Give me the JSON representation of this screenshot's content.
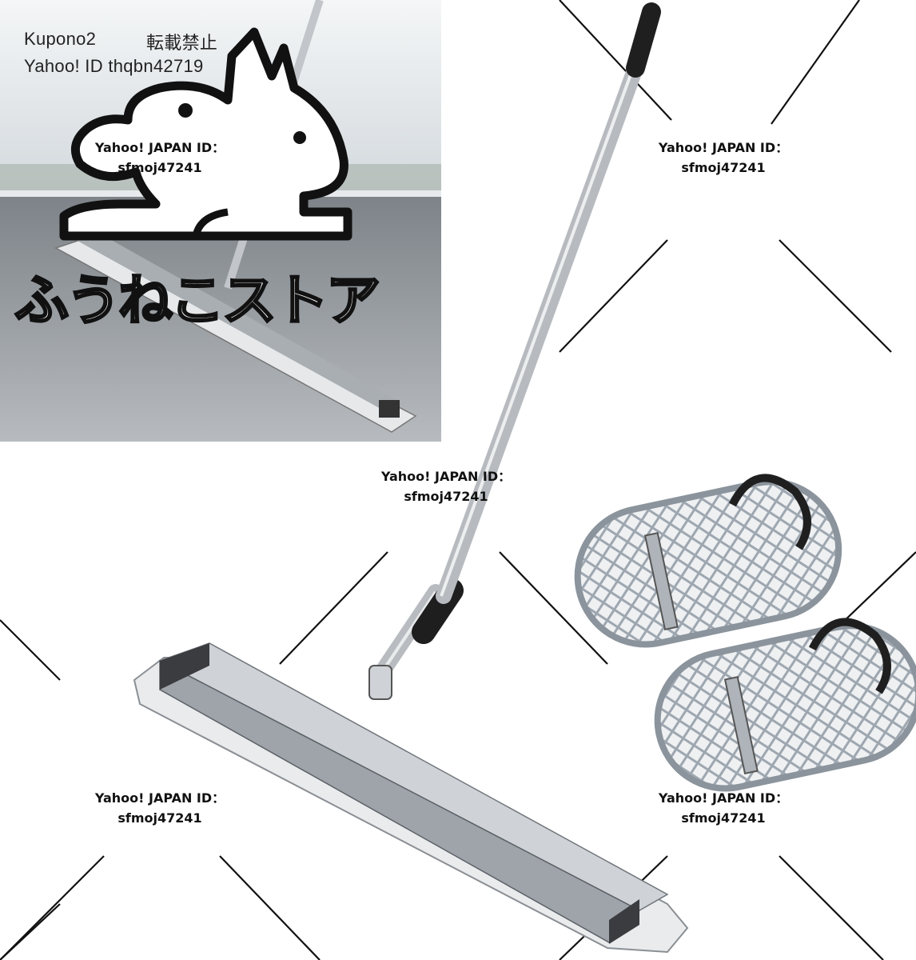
{
  "header": {
    "line1_left": "Kupono2",
    "line1_right": "転載禁止",
    "line2": "Yahoo! ID thqbn42719"
  },
  "watermark": {
    "label": "Yahoo! JAPAN ID：",
    "id": "sfmoj47241"
  },
  "store_logo": {
    "name": "ふうねこストア",
    "icon": "rabbit-cat-logo-icon"
  },
  "objects": {
    "main": "concrete-bull-float-icon",
    "inset": "bull-float-on-concrete-photo",
    "accessory": "concrete-knee-boards-icon"
  },
  "colors": {
    "line": "#111111",
    "metal": "#c9ccd0",
    "rubber": "#2a2a2a",
    "sky": "#d9dee2"
  }
}
